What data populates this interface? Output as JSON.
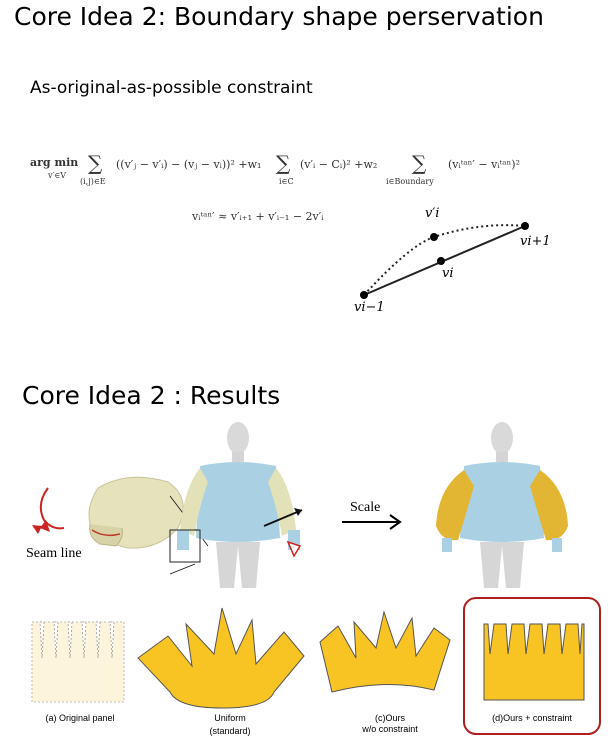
{
  "slide": {
    "title1": "Core Idea 2: Boundary shape perservation",
    "subtitle": "As-original-as-possible constraint",
    "formula": {
      "main": "arg min v′∈V  Σ(i,j)∈E ((v′j − v′i) − (vj − vi))² + w1 Σi∈C (v′i − Ci)² + w2 Σi∈Boundary (vi^tan′ − vi^tan)²",
      "approx": "vi^tan′ ≈ v′i+1 + v′i−1 − 2v′i"
    },
    "diagram_labels": {
      "v_prime_i": "v′i",
      "v_i": "vi",
      "v_i_plus_1": "vi+1",
      "v_i_minus_1": "vi−1"
    },
    "title2": "Core Idea 2 : Results",
    "seam_label": "Seam line",
    "scale_label": "Scale",
    "captions": {
      "a": "(a) Original panel",
      "b1": "Uniform",
      "b2": "(standard)",
      "c1": "(c)Ours",
      "c2": "w/o constraint",
      "d": "(d)Ours  + constraint"
    },
    "colors": {
      "shirt_blue": "#a9d1e3",
      "sleeve_cream": "#e3e1b8",
      "sleeve_gold": "#e2b533",
      "panel_gold": "#f8c423",
      "panel_cream": "#fdf4dc",
      "frame_red": "#b01e1e"
    }
  }
}
